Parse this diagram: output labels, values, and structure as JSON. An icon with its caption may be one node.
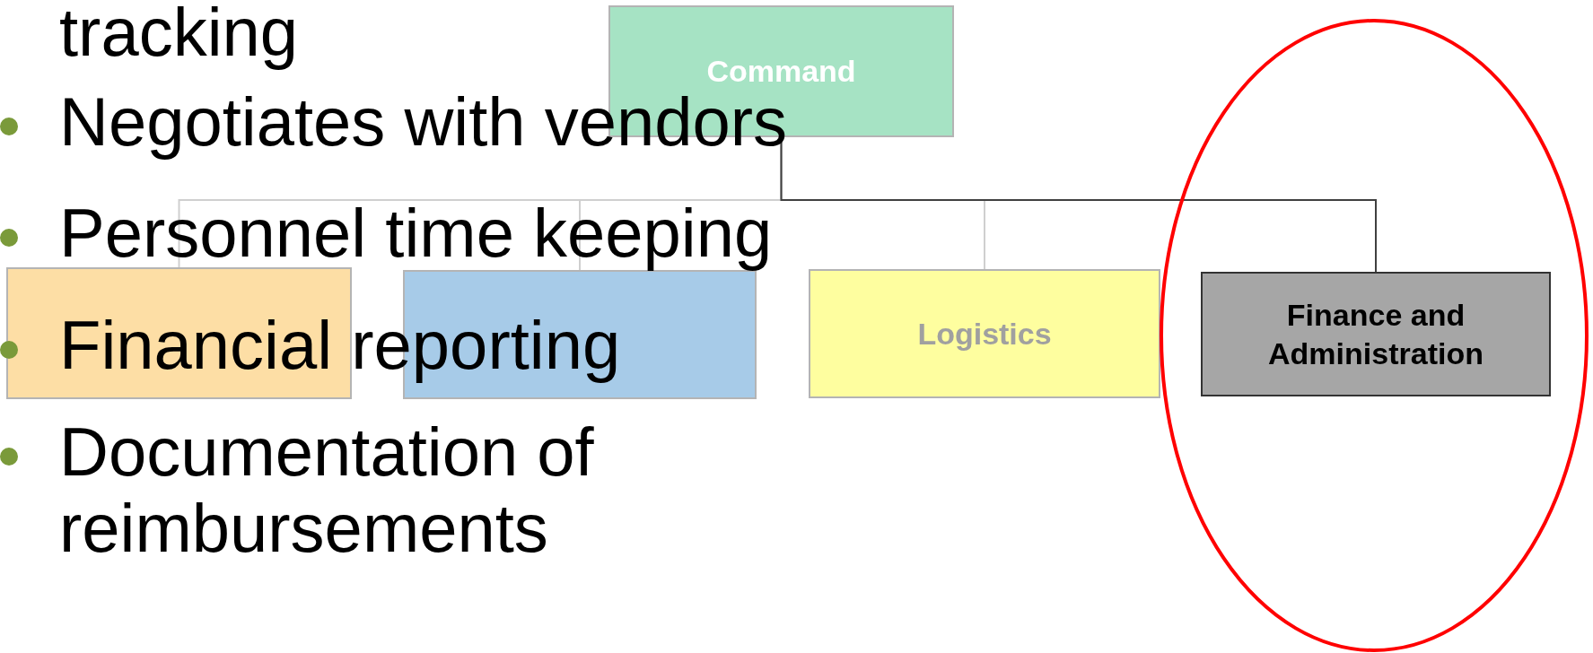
{
  "diagram": {
    "nodes": [
      {
        "text": [
          "Command"
        ]
      },
      {
        "text": [],
        "shape": "box"
      },
      {
        "text": [],
        "shape": "box"
      },
      {
        "text": [
          "Logistics"
        ]
      },
      {
        "text": [
          "Finance and Administration"
        ]
      }
    ],
    "edges": [
      {
        "from": 0,
        "to": 1,
        "arrow": "none"
      },
      {
        "from": 0,
        "to": 2,
        "arrow": "none"
      },
      {
        "from": 0,
        "to": 3,
        "arrow": "none"
      },
      {
        "from": 0,
        "to": 4,
        "arrow": "none",
        "color": "#404040"
      }
    ],
    "labels": [
      "tracking",
      "Negotiates with vendors",
      "Personnel time keeping",
      "Financial reporting",
      "Documentation of reimbursements"
    ]
  }
}
